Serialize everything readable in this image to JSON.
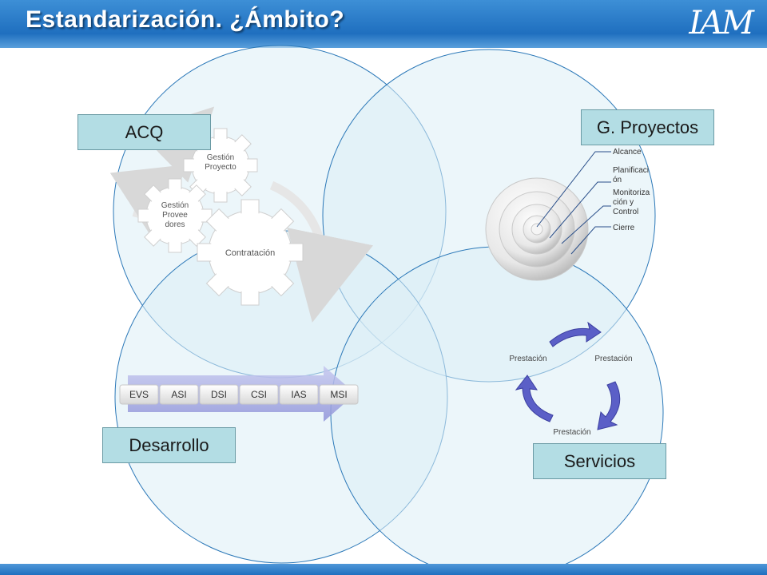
{
  "header": {
    "title": "Estandarización. ¿Ámbito?",
    "logo": "IAM"
  },
  "regions": {
    "acq": "ACQ",
    "proyectos": "G. Proyectos",
    "desarrollo": "Desarrollo",
    "servicios": "Servicios"
  },
  "acq_gears": {
    "gear1": "Gestión Proyecto",
    "gear2": "Gestión Provee dores",
    "gear3": "Contratación"
  },
  "proyectos_rings": [
    "Alcance",
    "Planificaci ón",
    "Monitoriza ción y Control",
    "Cierre"
  ],
  "desarrollo_steps": [
    "EVS",
    "ASI",
    "DSI",
    "CSI",
    "IAS",
    "MSI"
  ],
  "servicios_cycle": [
    "Prestación",
    "Prestación",
    "Prestación"
  ],
  "colors": {
    "header": "#1f6fbf",
    "circle_fill": "#dceef6",
    "circle_stroke": "#2b78b8",
    "label_bg": "#b3dde4",
    "arrow": "#5b5fc7"
  }
}
